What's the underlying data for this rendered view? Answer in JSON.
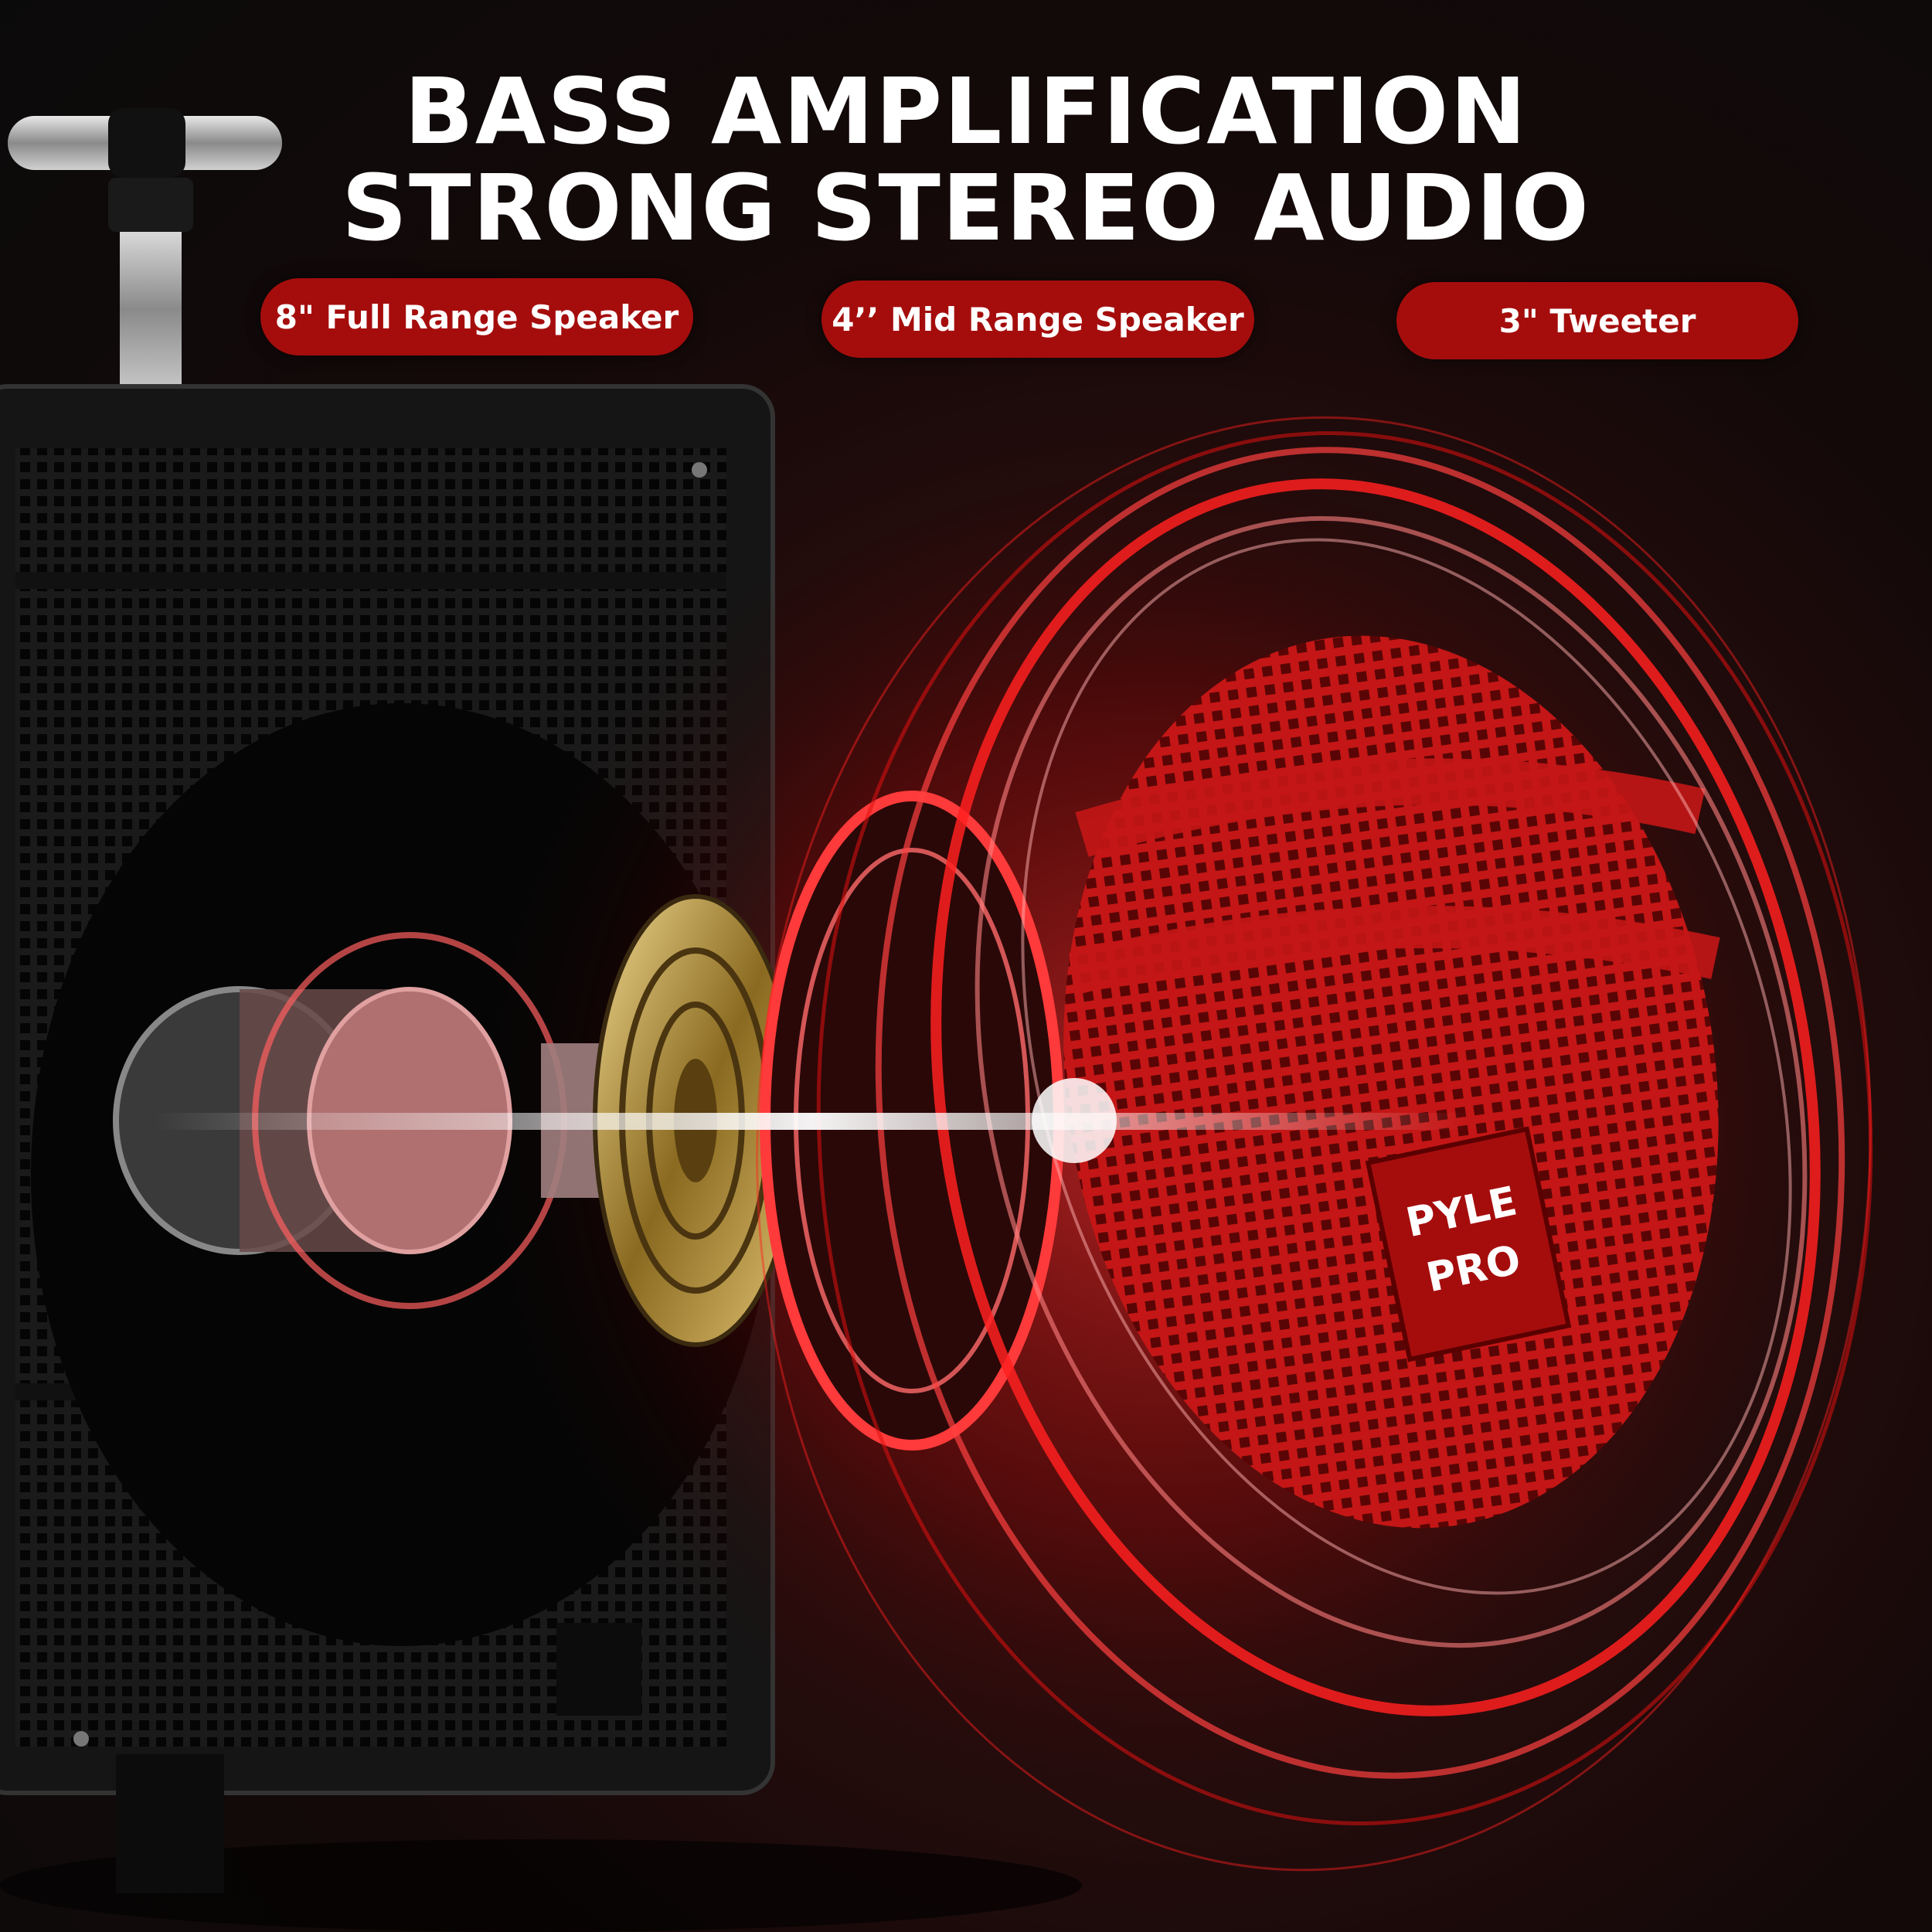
{
  "headline": {
    "line1": "BASS AMPLIFICATION",
    "line2": "STRONG STEREO AUDIO"
  },
  "labels": [
    {
      "text": "8\" Full Range Speaker"
    },
    {
      "text": "4’’ Mid Range Speaker"
    },
    {
      "text": "3\" Tweeter"
    }
  ],
  "brand": {
    "line1": "PYLE",
    "line2": "PRO",
    "color": "#a50d0d"
  },
  "colors": {
    "accent": "#ff2020",
    "pill": "#a50d0d",
    "background": "#0d0b0b"
  }
}
